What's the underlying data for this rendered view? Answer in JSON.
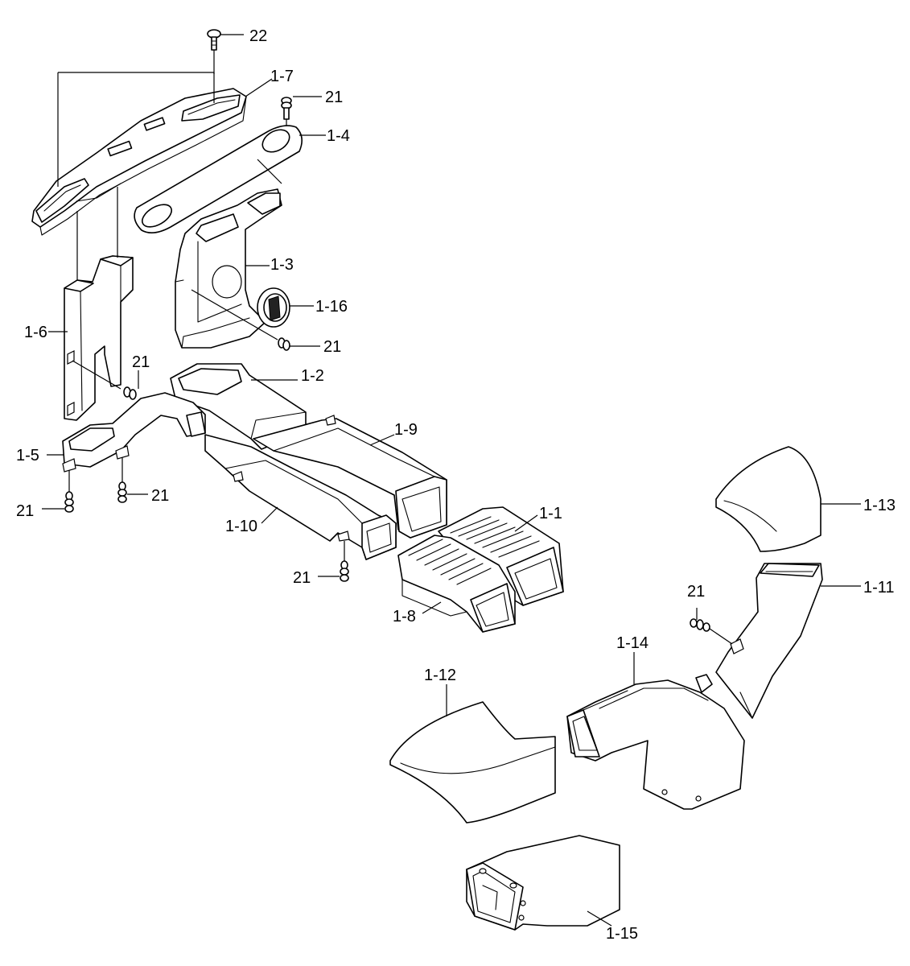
{
  "callouts": {
    "c22": "22",
    "c1_7": "1-7",
    "c21_a": "21",
    "c1_4": "1-4",
    "c1_3": "1-3",
    "c1_16": "1-16",
    "c21_b": "21",
    "c1_6": "1-6",
    "c21_c": "21",
    "c1_2": "1-2",
    "c1_9": "1-9",
    "c1_5": "1-5",
    "c21_d": "21",
    "c21_e": "21",
    "c1_10": "1-10",
    "c21_f": "21",
    "c1_1": "1-1",
    "c1_8": "1-8",
    "c1_13": "1-13",
    "c1_11": "1-11",
    "c21_g": "21",
    "c1_14": "1-14",
    "c1_12": "1-12",
    "c1_15": "1-15"
  }
}
